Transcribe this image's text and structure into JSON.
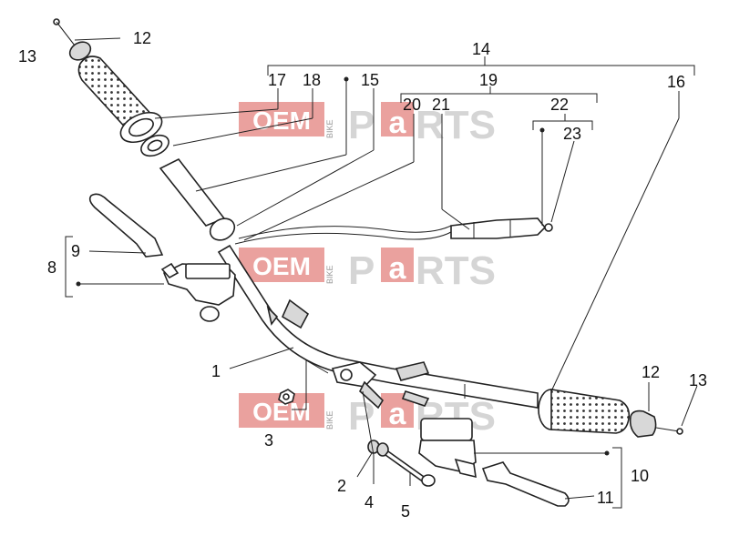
{
  "watermark": {
    "oem": "OEM",
    "bike": "BIKE",
    "parts_a": "P",
    "parts_b": "a",
    "parts_c": "RTS"
  },
  "labels": {
    "l1": "1",
    "l2": "2",
    "l3": "3",
    "l4": "4",
    "l5": "5",
    "l8": "8",
    "l9": "9",
    "l10": "10",
    "l11": "11",
    "l12a": "12",
    "l12b": "12",
    "l13a": "13",
    "l13b": "13",
    "l14": "14",
    "l15": "15",
    "l16": "16",
    "l17": "17",
    "l18": "18",
    "l19": "19",
    "l20": "20",
    "l21": "21",
    "l22": "22",
    "l23": "23"
  },
  "colors": {
    "watermark_red": "#d9534f",
    "line": "#222222",
    "background": "#ffffff"
  }
}
